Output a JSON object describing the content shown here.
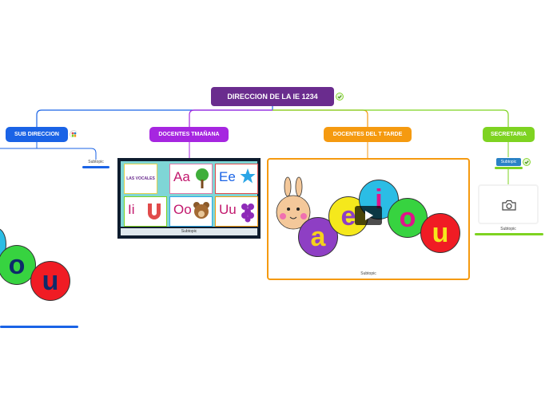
{
  "colors": {
    "root": "#6a2c8e",
    "sub_direccion": "#1a63e6",
    "docentes_manana": "#a626e0",
    "docentes_tarde": "#f59a10",
    "secretaria": "#7ed321",
    "topic_chip": "#2a82c5"
  },
  "root": {
    "label": "DIRECCION DE LA IE 1234",
    "badge_icon": "check-badge-icon"
  },
  "topics": [
    {
      "label": "SUB DIRECCION",
      "badge_icon": "people-icon"
    },
    {
      "label": "DOCENTES TMAÑANA"
    },
    {
      "label": "DOCENTES DEL T TARDE"
    },
    {
      "label": "SECRETARIA"
    }
  ],
  "subtopics": {
    "sub_direccion": {
      "label": "Subtopic"
    },
    "docentes_manana": {
      "label": "Subtopic",
      "image": "vowels-poster-image"
    },
    "docentes_tarde": {
      "label": "Subtopic",
      "image": "vowels-caterpillar-image",
      "overlay_icon": "play-icon"
    },
    "secretaria_chip": {
      "label": "Subtopic",
      "badge_icon": "check-badge-icon"
    },
    "secretaria_card": {
      "label": "Subtopic",
      "icon": "camera-icon"
    }
  },
  "poster_cards": [
    "Aa",
    "Ee",
    "Ii",
    "Oo",
    "Uu"
  ],
  "poster_title": "LAS VOCALES",
  "caterpillar_letters": [
    "a",
    "e",
    "i",
    "o",
    "u"
  ],
  "partial_letters": [
    "o",
    "u"
  ]
}
